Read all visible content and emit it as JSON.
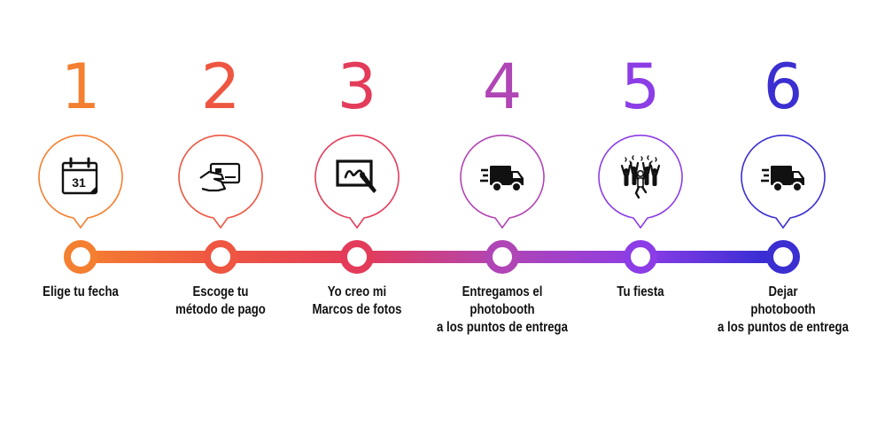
{
  "steps": [
    {
      "number": "1",
      "label_lines": [
        "Elige tu fecha"
      ],
      "icon": "calendar-icon",
      "color": "#f47f30"
    },
    {
      "number": "2",
      "label_lines": [
        "Escoge tu",
        "método de pago"
      ],
      "icon": "credit-card-hand-icon",
      "color": "#ee5641"
    },
    {
      "number": "3",
      "label_lines": [
        "Yo creo mi",
        "Marcos de fotos"
      ],
      "icon": "picture-frame-brush-icon",
      "color": "#e33c5a"
    },
    {
      "number": "4",
      "label_lines": [
        "Entregamos el",
        "photobooth",
        "a los puntos de entrega"
      ],
      "icon": "delivery-truck-icon",
      "color": "#b045b5"
    },
    {
      "number": "5",
      "label_lines": [
        "Tu fiesta"
      ],
      "icon": "party-crowd-icon",
      "color": "#8c3de6"
    },
    {
      "number": "6",
      "label_lines": [
        "Dejar",
        "photobooth",
        "a los puntos de entrega"
      ],
      "icon": "delivery-truck-icon",
      "color": "#3b2fd1"
    }
  ],
  "calendar_day": "31",
  "line_gradient": [
    "#f47f30",
    "#ee5641",
    "#e33c5a",
    "#b045b5",
    "#8c3de6",
    "#2a2bd0"
  ]
}
